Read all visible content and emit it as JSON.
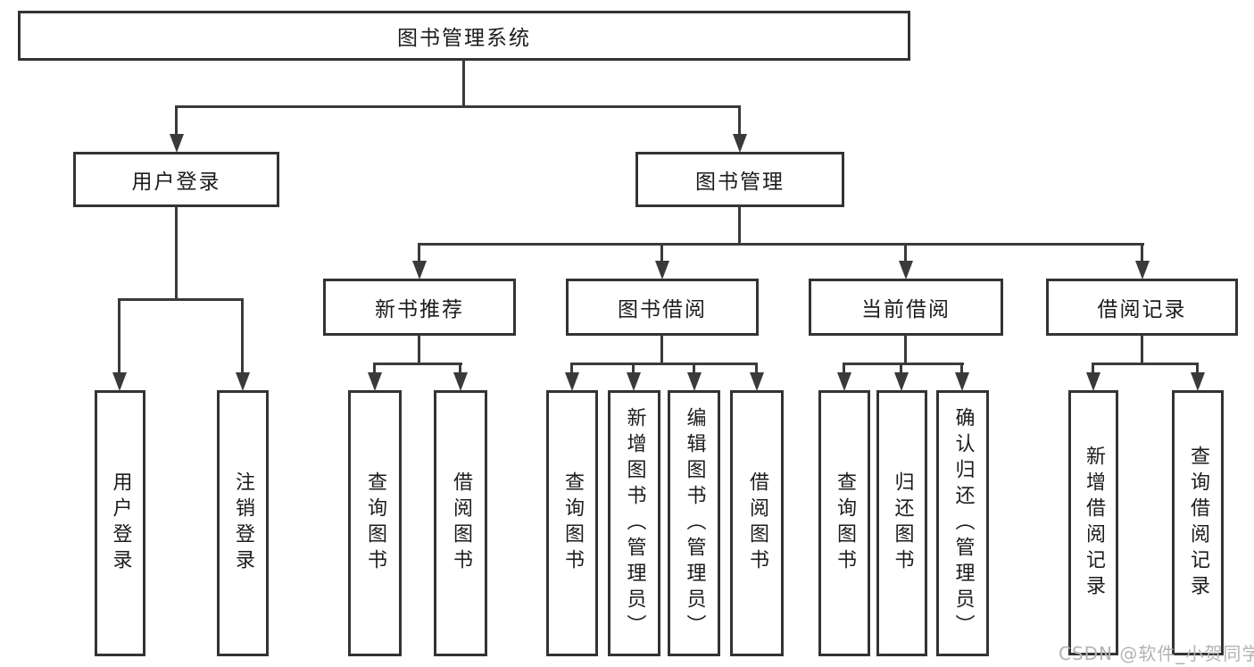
{
  "colors": {
    "line": "#3a3a3a",
    "border": "#333333",
    "text": "#1c1c1c",
    "wm": "#b3b3b3",
    "bg": "#ffffff"
  },
  "nodes": {
    "root": "图书管理系统",
    "user_login": "用户登录",
    "book_mgmt": "图书管理",
    "new_book_rec": "新书推荐",
    "book_borrow": "图书借阅",
    "current_borrow": "当前借阅",
    "borrow_records": "借阅记录",
    "leaf_user_login": "用户登录",
    "leaf_logout": "注销登录",
    "leaf_nbr_query": "查询图书",
    "leaf_nbr_borrow": "借阅图书",
    "leaf_bb_query": "查询图书",
    "leaf_bb_add": "新增图书（管理员）",
    "leaf_bb_edit": "编辑图书（管理员）",
    "leaf_bb_borrow": "借阅图书",
    "leaf_cb_query": "查询图书",
    "leaf_cb_return": "归还图书",
    "leaf_cb_confirm": "确认归还（管理员）",
    "leaf_br_add": "新增借阅记录",
    "leaf_br_query": "查询借阅记录"
  },
  "watermark": "CSDN @软件_小贺同学"
}
